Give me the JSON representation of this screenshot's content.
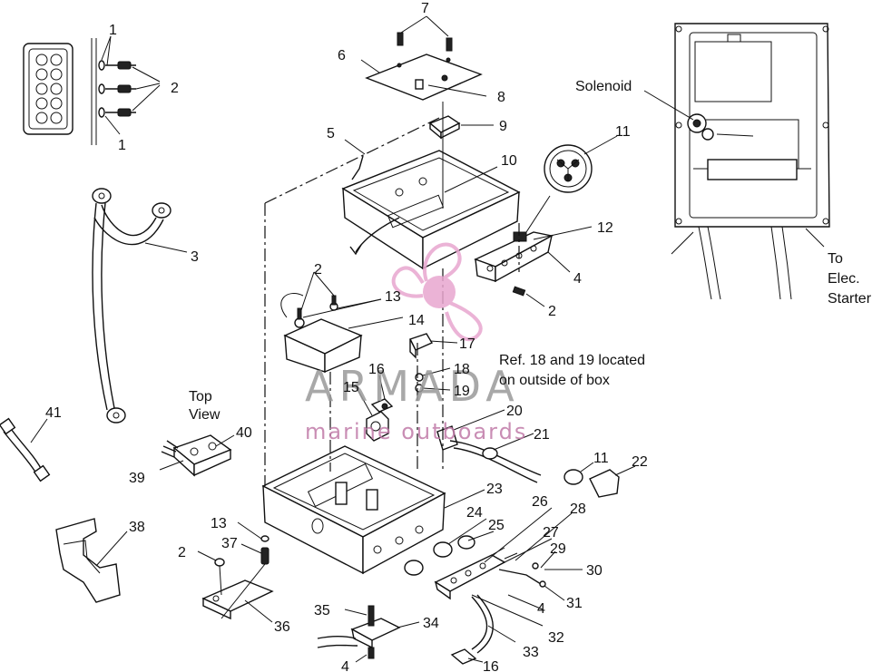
{
  "callouts": {
    "c1a": "1",
    "c1b": "1",
    "c2a": "2",
    "c2b": "2",
    "c2c": "2",
    "c2d": "2",
    "c3": "3",
    "c4a": "4",
    "c4b": "4",
    "c4c": "4",
    "c5": "5",
    "c6": "6",
    "c7": "7",
    "c8": "8",
    "c9": "9",
    "c10": "10",
    "c11a": "11",
    "c11b": "11",
    "c12": "12",
    "c13a": "13",
    "c13b": "13",
    "c14": "14",
    "c15": "15",
    "c16a": "16",
    "c16b": "16",
    "c17": "17",
    "c18": "18",
    "c19": "19",
    "c20": "20",
    "c21": "21",
    "c22": "22",
    "c23": "23",
    "c24": "24",
    "c25": "25",
    "c26": "26",
    "c27": "27",
    "c28": "28",
    "c29": "29",
    "c30": "30",
    "c31": "31",
    "c32": "32",
    "c33": "33",
    "c34": "34",
    "c35": "35",
    "c36": "36",
    "c37": "37",
    "c38": "38",
    "c39": "39",
    "c40": "40",
    "c41": "41"
  },
  "notes": {
    "solenoid": "Solenoid",
    "to": "To",
    "elec": "Elec.",
    "starter": "Starter",
    "ref_line1": "Ref. 18 and 19 located",
    "ref_line2": "on outside of box",
    "top": "Top",
    "view": "View"
  },
  "watermark": {
    "brand": "ARMADA",
    "tagline": "marine outboards",
    "color_primary": "#e8a6cf",
    "color_text": "#9a9a9a"
  }
}
